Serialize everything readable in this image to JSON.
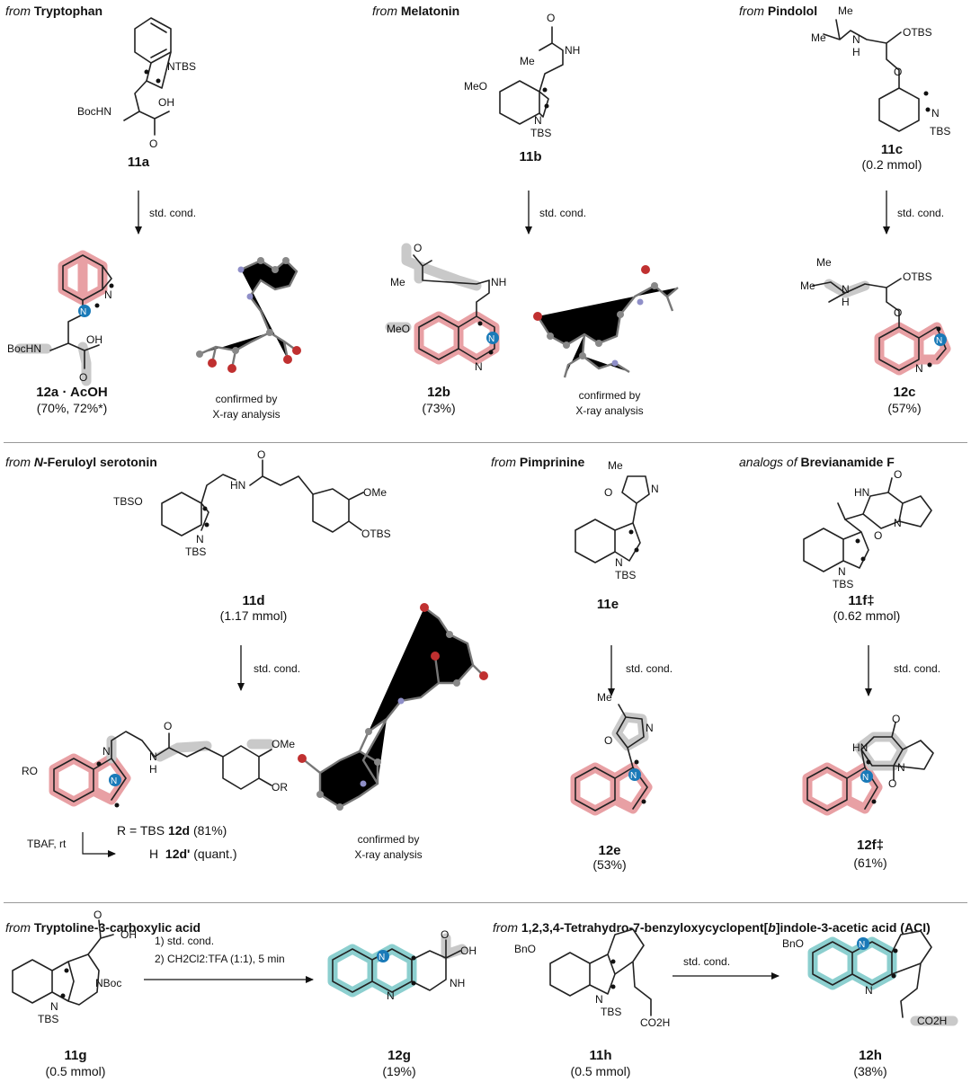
{
  "sections": {
    "tryptophan": {
      "prefix": "from",
      "name": "Tryptophan"
    },
    "melatonin": {
      "prefix": "from",
      "name": "Melatonin"
    },
    "pindolol": {
      "prefix": "from",
      "name": "Pindolol"
    },
    "feruloyl": {
      "prefix": "from",
      "name_italic": "N",
      "name": "-Feruloyl serotonin"
    },
    "pimprinine": {
      "prefix": "from",
      "name": "Pimprinine"
    },
    "brevianamide": {
      "prefix": "analogs of",
      "name": "Brevianamide F"
    },
    "tryptoline": {
      "prefix": "from",
      "name": "Tryptoline-3-carboxylic acid"
    },
    "aci": {
      "prefix": "from",
      "name_a": "1,2,3,4-Tetrahydro-7-benzyloxycyclopent[",
      "name_italic": "b",
      "name_b": "]indole-3-acetic acid (ACI)"
    }
  },
  "conditions": {
    "std": "std. cond.",
    "step1": "1) std. cond.",
    "step2": "2) CH2Cl2:TFA (1:1), 5 min",
    "tbaf": "TBAF, rt"
  },
  "compounds": {
    "c11a": {
      "id": "11a"
    },
    "c11b": {
      "id": "11b"
    },
    "c11c": {
      "id": "11c",
      "amount": "(0.2 mmol)"
    },
    "c12a": {
      "id": "12a · AcOH",
      "yield": "(70%, 72%*)"
    },
    "c12b": {
      "id": "12b",
      "yield": "(73%)"
    },
    "c12c": {
      "id": "12c",
      "yield": "(57%)"
    },
    "c11d": {
      "id": "11d",
      "amount": "(1.17 mmol)"
    },
    "c11e": {
      "id": "11e"
    },
    "c11f": {
      "id": "11f‡",
      "amount": "(0.62 mmol)"
    },
    "c12d": {
      "label": "R = TBS",
      "id": "12d",
      "yield": "(81%)"
    },
    "c12dp": {
      "label": "H",
      "id": "12d'",
      "yield": "(quant.)"
    },
    "c12e": {
      "id": "12e",
      "yield": "(53%)"
    },
    "c12f": {
      "id": "12f‡",
      "yield": "(61%)"
    },
    "c11g": {
      "id": "11g",
      "amount": "(0.5 mmol)"
    },
    "c12g": {
      "id": "12g",
      "yield": "(19%)"
    },
    "c11h": {
      "id": "11h",
      "amount": "(0.5 mmol)"
    },
    "c12h": {
      "id": "12h",
      "yield": "(38%)"
    }
  },
  "xray": {
    "line1": "confirmed by",
    "line2": "X-ray analysis"
  },
  "atoms": {
    "ntbs": "NTBS",
    "n_tbs": "N",
    "tbs": "TBS",
    "n": "N",
    "nh": "NH",
    "hn": "HN",
    "h": "H",
    "bochn": "BocHN",
    "oh": "OH",
    "o": "O",
    "me": "Me",
    "meo": "MeO",
    "otbs": "OTBS",
    "tbso": "TBSO",
    "ome": "OMe",
    "ro": "RO",
    "or": "OR",
    "nboc": "NBoc",
    "bno": "BnO",
    "co2h": "CO2H"
  },
  "colors": {
    "red_highlight": "#e8a0a4",
    "teal_highlight": "#8ccfcf",
    "gray_highlight": "#c9c9c9",
    "blue_atom": "#1a7ab8"
  }
}
